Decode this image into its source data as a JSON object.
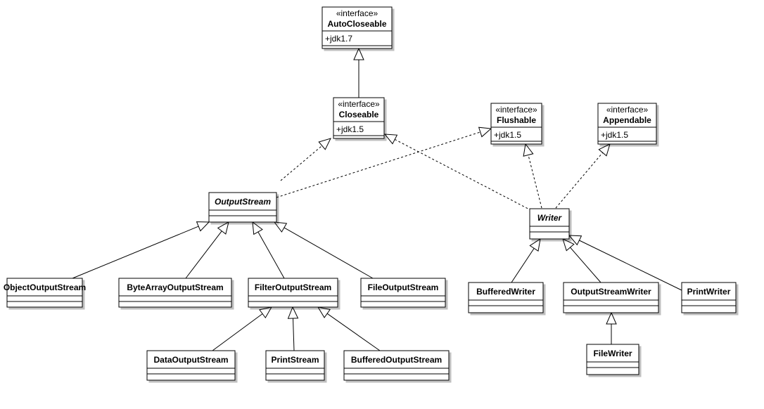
{
  "diagram": {
    "classes": {
      "autocloseable": {
        "stereotype": "«interface»",
        "name": "AutoCloseable",
        "attribute": "+jdk1.7"
      },
      "closeable": {
        "stereotype": "«interface»",
        "name": "Closeable",
        "attribute": "+jdk1.5"
      },
      "flushable": {
        "stereotype": "«interface»",
        "name": "Flushable",
        "attribute": "+jdk1.5"
      },
      "appendable": {
        "stereotype": "«interface»",
        "name": "Appendable",
        "attribute": "+jdk1.5"
      },
      "outputstream": {
        "name": "OutputStream"
      },
      "writer": {
        "name": "Writer"
      },
      "objectoutputstream": {
        "name": "ObjectOutputStream"
      },
      "bytearrayoutputstream": {
        "name": "ByteArrayOutputStream"
      },
      "filteroutputstream": {
        "name": "FilterOutputStream"
      },
      "fileoutputstream": {
        "name": "FileOutputStream"
      },
      "dataoutputstream": {
        "name": "DataOutputStream"
      },
      "printstream": {
        "name": "PrintStream"
      },
      "bufferedoutputstream": {
        "name": "BufferedOutputStream"
      },
      "bufferedwriter": {
        "name": "BufferedWriter"
      },
      "outputstreamwriter": {
        "name": "OutputStreamWriter"
      },
      "printwriter": {
        "name": "PrintWriter"
      },
      "filewriter": {
        "name": "FileWriter"
      }
    },
    "relations": [
      {
        "from": "closeable",
        "to": "autocloseable",
        "kind": "generalization"
      },
      {
        "from": "outputstream",
        "to": "closeable",
        "kind": "realization"
      },
      {
        "from": "outputstream",
        "to": "flushable",
        "kind": "realization"
      },
      {
        "from": "writer",
        "to": "closeable",
        "kind": "realization"
      },
      {
        "from": "writer",
        "to": "flushable",
        "kind": "realization"
      },
      {
        "from": "writer",
        "to": "appendable",
        "kind": "realization"
      },
      {
        "from": "objectoutputstream",
        "to": "outputstream",
        "kind": "generalization"
      },
      {
        "from": "bytearrayoutputstream",
        "to": "outputstream",
        "kind": "generalization"
      },
      {
        "from": "filteroutputstream",
        "to": "outputstream",
        "kind": "generalization"
      },
      {
        "from": "fileoutputstream",
        "to": "outputstream",
        "kind": "generalization"
      },
      {
        "from": "dataoutputstream",
        "to": "filteroutputstream",
        "kind": "generalization"
      },
      {
        "from": "printstream",
        "to": "filteroutputstream",
        "kind": "generalization"
      },
      {
        "from": "bufferedoutputstream",
        "to": "filteroutputstream",
        "kind": "generalization"
      },
      {
        "from": "bufferedwriter",
        "to": "writer",
        "kind": "generalization"
      },
      {
        "from": "outputstreamwriter",
        "to": "writer",
        "kind": "generalization"
      },
      {
        "from": "printwriter",
        "to": "writer",
        "kind": "generalization"
      },
      {
        "from": "filewriter",
        "to": "outputstreamwriter",
        "kind": "generalization"
      }
    ]
  }
}
